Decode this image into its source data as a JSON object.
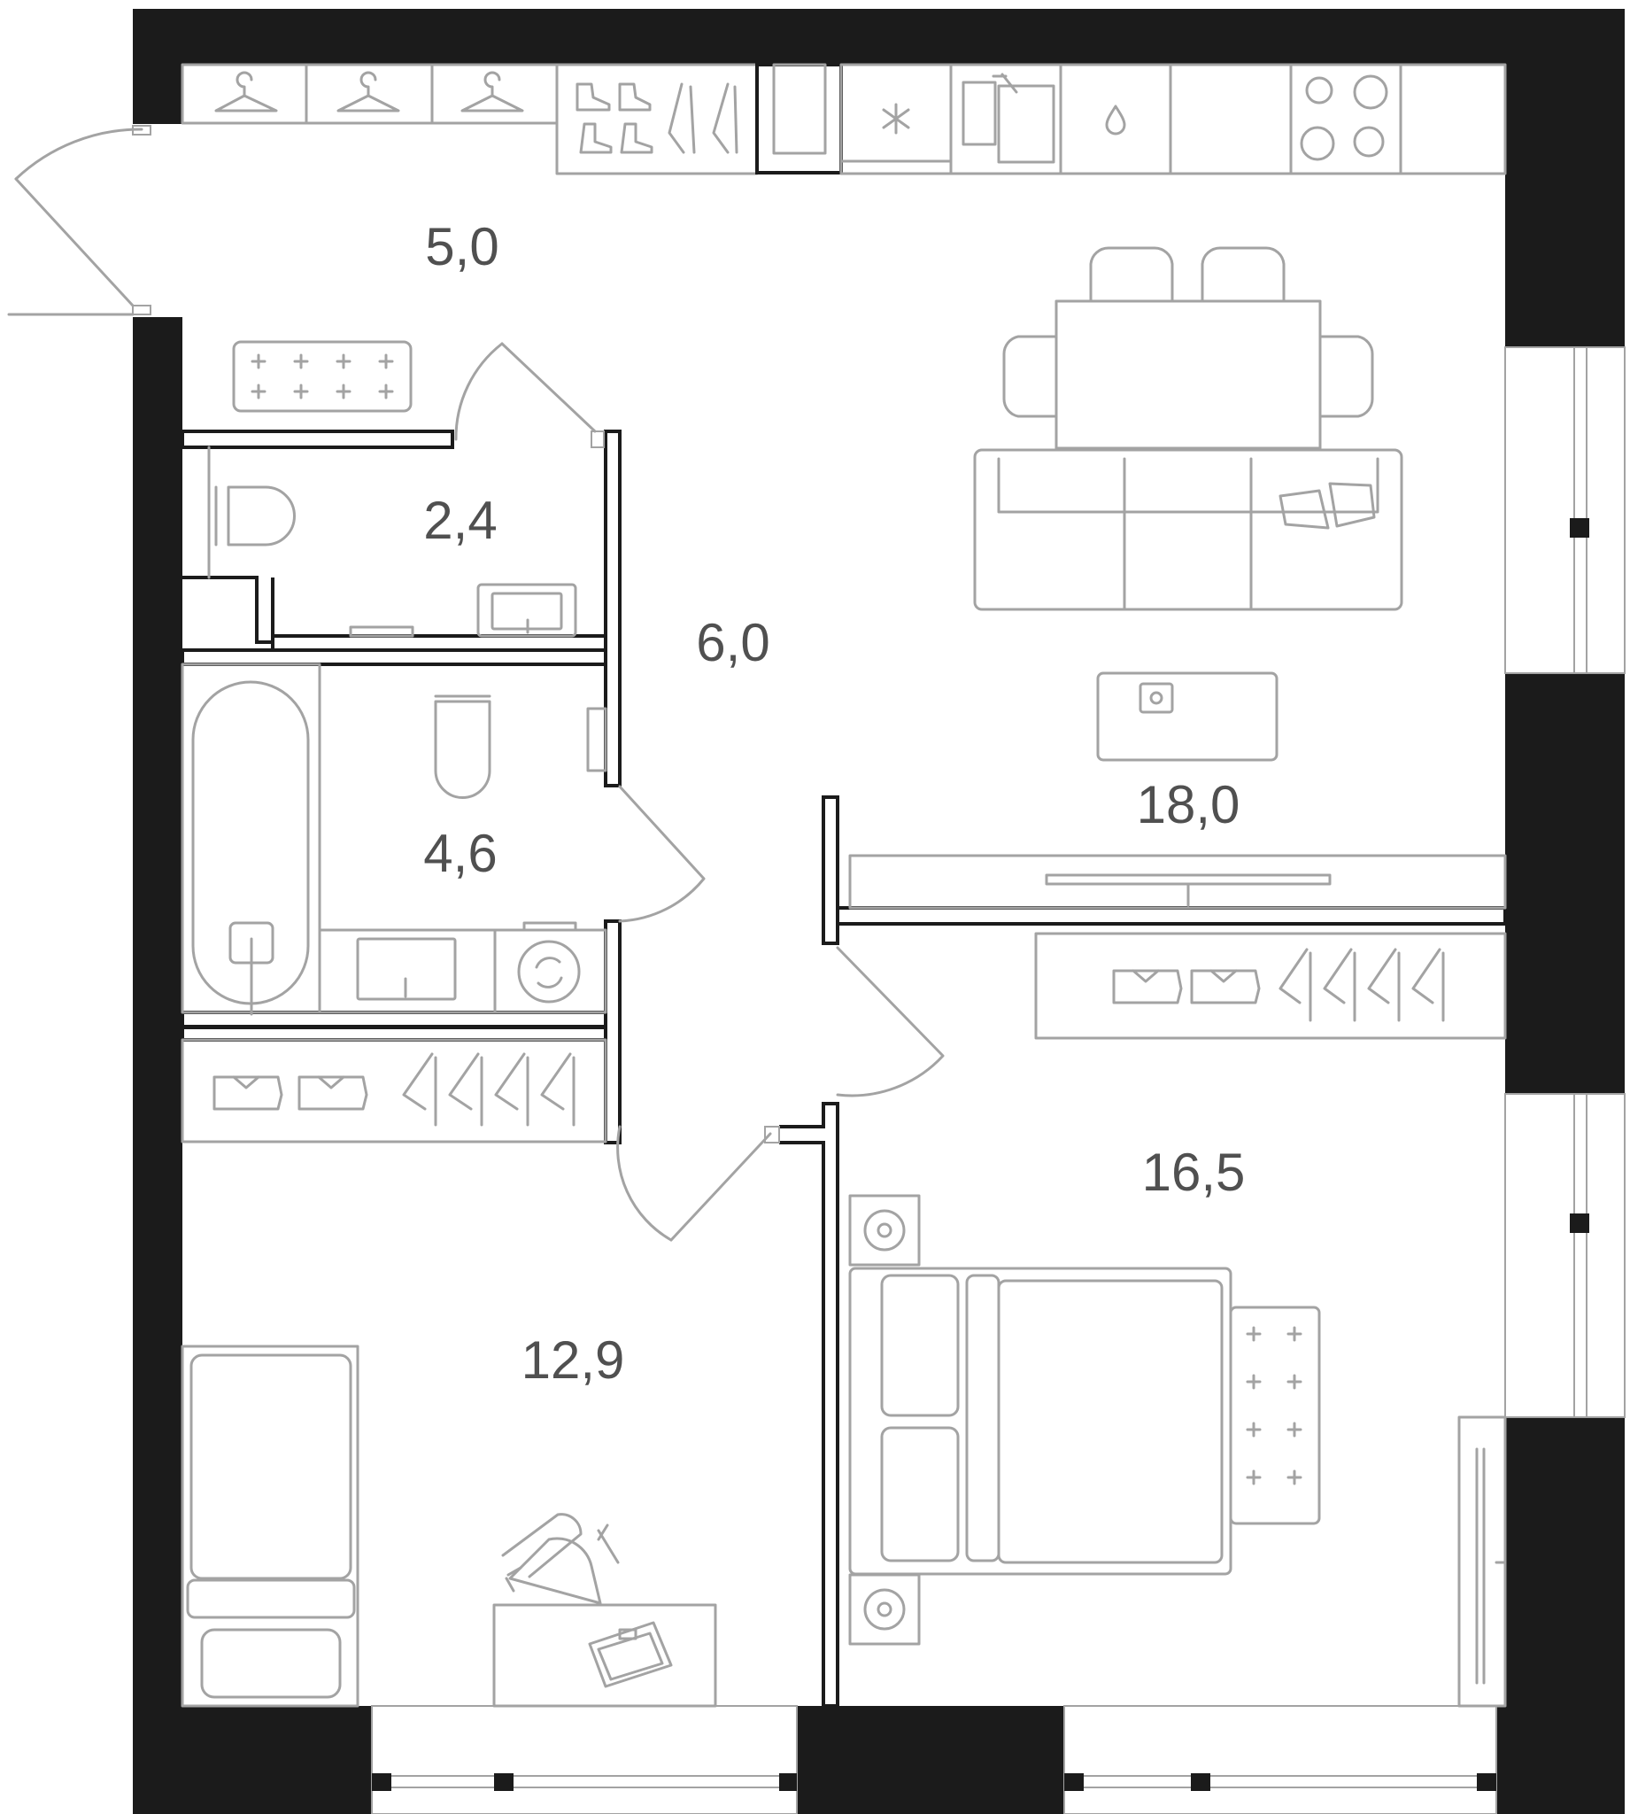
{
  "plan": {
    "rooms": [
      {
        "id": "hallway",
        "area": "5,0"
      },
      {
        "id": "toilet",
        "area": "2,4"
      },
      {
        "id": "corridor",
        "area": "6,0"
      },
      {
        "id": "bathroom",
        "area": "4,6"
      },
      {
        "id": "living-kitchen",
        "area": "18,0"
      },
      {
        "id": "bedroom",
        "area": "16,5"
      },
      {
        "id": "children-room",
        "area": "12,9"
      }
    ]
  },
  "colors": {
    "wall": "#1b1b1b",
    "furniture_line": "#a3a3a3",
    "label": "#505050",
    "background": "#ffffff"
  }
}
